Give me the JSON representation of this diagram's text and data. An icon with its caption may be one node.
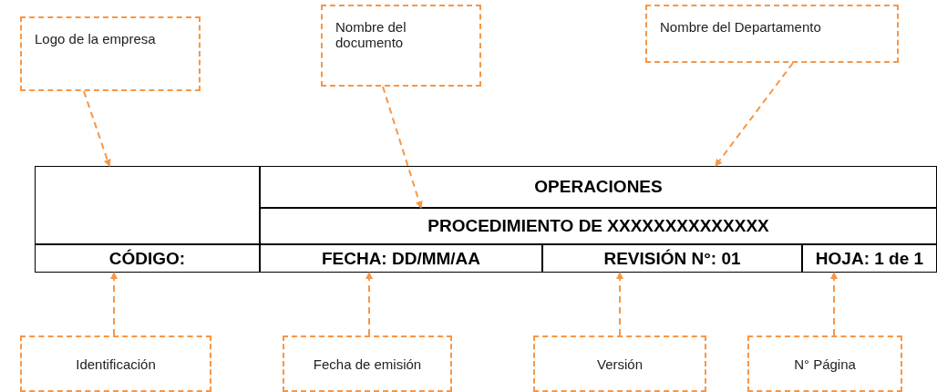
{
  "diagram": {
    "nodes": [
      {
        "text": [
          "Logo de la empresa"
        ]
      },
      {
        "text": [
          "Nombre del documento"
        ]
      },
      {
        "text": [
          "Nombre del Departamento"
        ]
      },
      {
        "text": [],
        "shape": "box"
      },
      {
        "text": [
          "OPERACIONES"
        ]
      },
      {
        "text": [
          "PROCEDIMIENTO DE XXXXXXXXXXXXXX"
        ]
      },
      {
        "text": [
          "CÓDIGO:"
        ]
      },
      {
        "text": [
          "FECHA: DD/MM/AA"
        ]
      },
      {
        "text": [
          "REVISIÓN N°: 01"
        ]
      },
      {
        "text": [
          "HOJA: 1 de 1"
        ]
      },
      {
        "text": [
          "Identificación"
        ]
      },
      {
        "text": [
          "Fecha de emisión"
        ]
      },
      {
        "text": [
          "Versión"
        ]
      },
      {
        "text": [
          "N° Página"
        ]
      }
    ],
    "edges": [
      {
        "from": 0,
        "to": 3,
        "arrow": "to",
        "style": "dashed"
      },
      {
        "from": 1,
        "to": 5,
        "arrow": "to",
        "style": "dashed"
      },
      {
        "from": 2,
        "to": 4,
        "arrow": "to",
        "style": "dashed"
      },
      {
        "from": 10,
        "to": 6,
        "arrow": "to",
        "style": "dashed"
      },
      {
        "from": 11,
        "to": 7,
        "arrow": "to",
        "style": "dashed"
      },
      {
        "from": 12,
        "to": 8,
        "arrow": "to",
        "style": "dashed"
      },
      {
        "from": 13,
        "to": 9,
        "arrow": "to",
        "style": "dashed"
      }
    ]
  }
}
